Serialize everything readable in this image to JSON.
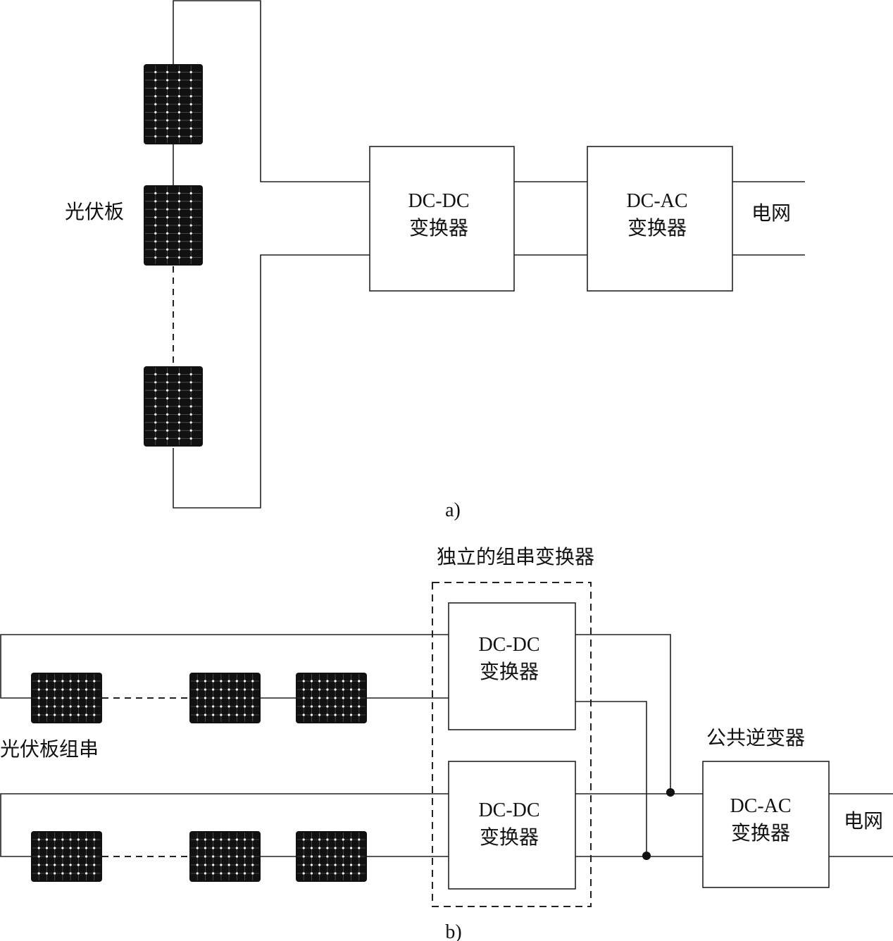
{
  "part_a": {
    "panel_label": "光伏板",
    "dcdc_line1": "DC-DC",
    "dcdc_line2": "变换器",
    "dcac_line1": "DC-AC",
    "dcac_line2": "变换器",
    "grid_label": "电网",
    "caption": "a)"
  },
  "part_b": {
    "converter_group_label": "独立的组串变换器",
    "string_label": "光伏板组串",
    "dcdc1_line1": "DC-DC",
    "dcdc1_line2": "变换器",
    "dcdc2_line1": "DC-DC",
    "dcdc2_line2": "变换器",
    "inverter_label": "公共逆变器",
    "dcac_line1": "DC-AC",
    "dcac_line2": "变换器",
    "grid_label": "电网",
    "caption": "b)"
  },
  "colors": {
    "line": "#222222",
    "panel": "#111111",
    "cell_highlight": "#ffffff"
  },
  "icons": [
    "solar-panel-icon",
    "junction-dot-icon"
  ]
}
